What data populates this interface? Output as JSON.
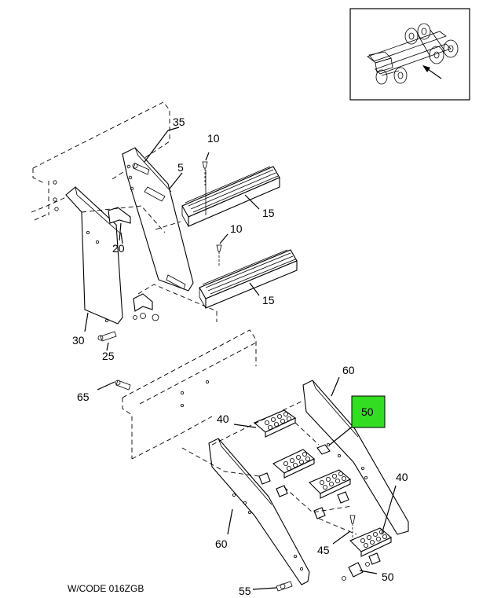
{
  "drawing_code": "W/CODE 016ZGB",
  "highlight_color": "#33dd22",
  "callouts": {
    "c35": "35",
    "c10a": "10",
    "c5": "5",
    "c15a": "15",
    "c20": "20",
    "c10b": "10",
    "c15b": "15",
    "c30": "30",
    "c25": "25",
    "c65": "65",
    "c60a": "60",
    "c50a": "50",
    "c40a": "40",
    "c40b": "40",
    "c45": "45",
    "c60b": "60",
    "c50b": "50",
    "c55": "55"
  }
}
